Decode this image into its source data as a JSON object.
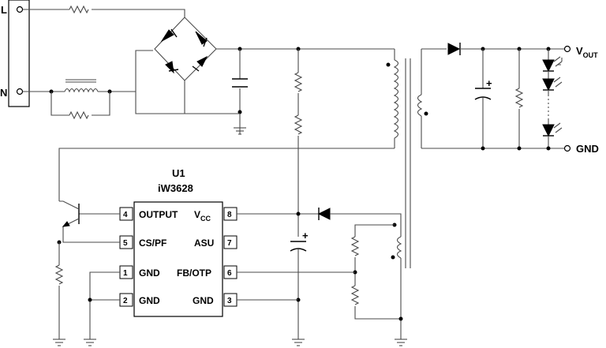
{
  "terminals": {
    "line": "L",
    "neutral": "N",
    "vout_main": "V",
    "vout_sub": "OUT",
    "gnd": "GND"
  },
  "chip": {
    "designator": "U1",
    "part": "iW3628",
    "vcc_main": "V",
    "vcc_sub": "CC",
    "pins_left": [
      {
        "num": "4",
        "label": "OUTPUT"
      },
      {
        "num": "5",
        "label": "CS/PF"
      },
      {
        "num": "1",
        "label": "GND"
      },
      {
        "num": "2",
        "label": "GND"
      }
    ],
    "pins_right": [
      {
        "num": "8"
      },
      {
        "num": "7",
        "label": "ASU"
      },
      {
        "num": "6",
        "label": "FB/OTP"
      },
      {
        "num": "3",
        "label": "GND"
      }
    ]
  },
  "polarity": {
    "cap_out": "+",
    "cap_vcc": "+"
  }
}
